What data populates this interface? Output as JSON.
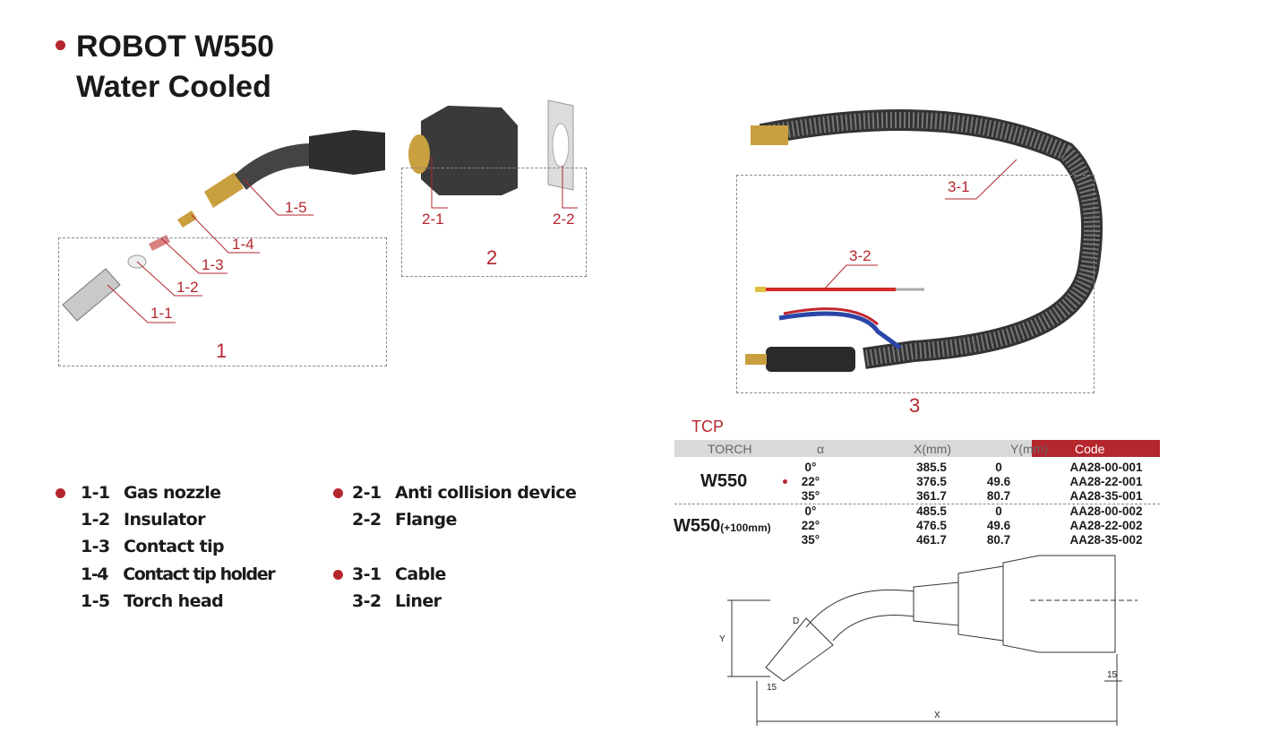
{
  "title": {
    "line1": "ROBOT W550",
    "line2": "Water Cooled"
  },
  "accent": "#b5262d",
  "groups": [
    {
      "label": "1"
    },
    {
      "label": "2"
    },
    {
      "label": "3"
    }
  ],
  "callouts": {
    "c11": "1-1",
    "c12": "1-2",
    "c13": "1-3",
    "c14": "1-4",
    "c15": "1-5",
    "c21": "2-1",
    "c22": "2-2",
    "c31": "3-1",
    "c32": "3-2"
  },
  "legend": [
    {
      "code": "1-1",
      "name": "Gas nozzle"
    },
    {
      "code": "1-2",
      "name": "Insulator"
    },
    {
      "code": "1-3",
      "name": "Contact tip"
    },
    {
      "code": "1-4",
      "name": "Contact tip holder"
    },
    {
      "code": "1-5",
      "name": "Torch head"
    },
    {
      "code": "2-1",
      "name": "Anti collision device"
    },
    {
      "code": "2-2",
      "name": "Flange"
    },
    {
      "code": "3-1",
      "name": "Cable"
    },
    {
      "code": "3-2",
      "name": "Liner"
    }
  ],
  "tcp": {
    "title": "TCP",
    "headers": [
      "TORCH",
      "α",
      "X(mm)",
      "Y(mm)",
      "Code"
    ],
    "groups": [
      {
        "torch": "W550",
        "suffix": "",
        "rows": [
          [
            "0°",
            "385.5",
            "0",
            "AA28-00-001"
          ],
          [
            "22°",
            "376.5",
            "49.6",
            "AA28-22-001"
          ],
          [
            "35°",
            "361.7",
            "80.7",
            "AA28-35-001"
          ]
        ]
      },
      {
        "torch": "W550",
        "suffix": "(+100mm)",
        "rows": [
          [
            "0°",
            "485.5",
            "0",
            "AA28-00-002"
          ],
          [
            "22°",
            "476.5",
            "49.6",
            "AA28-22-002"
          ],
          [
            "35°",
            "461.7",
            "80.7",
            "AA28-35-002"
          ]
        ]
      }
    ]
  },
  "drawing": {
    "x": "X",
    "y": "Y",
    "d": "D",
    "d15a": "15",
    "d15b": "15"
  }
}
